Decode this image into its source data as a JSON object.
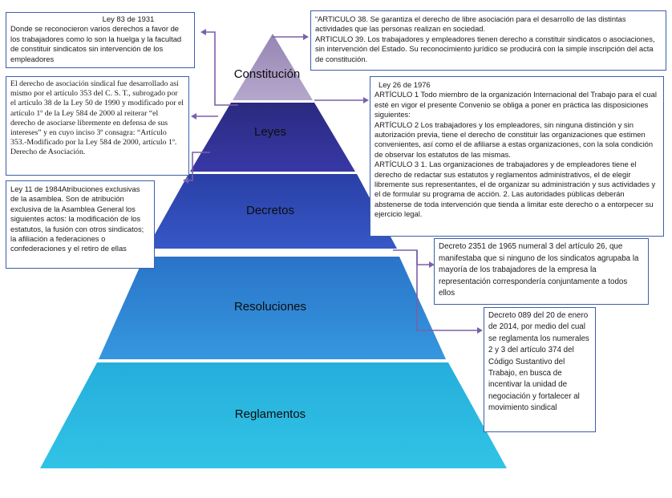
{
  "pyramid": {
    "tiers": [
      "Constitución",
      "Leyes",
      "Decretos",
      "Resoluciones",
      "Reglamentos"
    ]
  },
  "notes": {
    "ley83": {
      "heading": "Ley 83 de 1931",
      "text": "Donde se reconocieron varios derechos a favor de los trabajadores como lo son la huelga y la facultad de constituir sindicatos sin intervención de los empleadores"
    },
    "articulos": {
      "p1": "“ARTICULO 38. Se garantiza el derecho de libre asociación para el desarrollo de las distintas actividades que las personas realizan en sociedad.",
      "p2": "ARTICULO 39. Los trabajadores y empleadores tienen derecho a constituir sindicatos o asociaciones, sin intervención del Estado. Su reconocimiento jurídico se producirá con la simple inscripción del acta de constitución."
    },
    "ley50": {
      "text": "El derecho de asociación sindical fue desarrollado así mismo por el artículo 353 del C. S. T., subrogado por el artículo 38 de la Ley 50 de 1990 y modificado por el artículo 1º de la Ley 584 de 2000 al reiterar “el derecho de asociarse libremente en defensa de sus intereses” y en cuyo inciso 3º consagra: “Artículo 353.-Modificado por la Ley 584 de 2000, artículo 1º. Derecho de Asociación."
    },
    "ley26": {
      "heading": "Ley 26 de 1976",
      "p1": "ARTÍCULO 1 Todo miembro de la organización Internacional del Trabajo para el cual esté en vigor el presente Convenio se obliga a poner en práctica las disposiciones siguientes:",
      "p2": "ARTÍCULO 2 Los trabajadores y los empleadores, sin ninguna distinción y sin autorización previa, tiene el derecho de constituir las organizaciones que estimen convenientes, así como el de afiliarse a estas organizaciones, con la sola condición de observar los estatutos de las mismas.",
      "p3": "ARTÍCULO 3 1. Las organizaciones de trabajadores y de empleadores tiene el derecho de redactar sus estatutos y reglamentos administrativos, el de elegir libremente sus representantes, el de organizar su administración y sus actividades y el de formular su programa de acción. 2. Las autoridades públicas deberán abstenerse de toda intervención que tienda a limitar este derecho o a entorpecer su ejercicio legal."
    },
    "ley11": {
      "heading": "Ley 11 de 1984",
      "text": "Atribuciones exclusivas de la asamblea. Son de atribución exclusiva de la Asamblea General los siguientes actos: la modificación de los estatutos, la fusión con otros sindicatos; la afiliación a federaciones o confederaciones y el retiro de ellas"
    },
    "decreto2351": {
      "text": "Decreto 2351 de 1965 numeral 3 del artículo 26, que manifestaba que si ninguno de los sindicatos agrupaba la mayoría de los trabajadores de la empresa la representación correspondería conjuntamente a todos ellos"
    },
    "decreto089": {
      "text": "Decreto 089 del 20 de enero de 2014, por medio del cual se reglamenta los numerales 2 y 3 del artículo 374 del Código Sustantivo del Trabajo, en busca de incentivar la unidad de negociación y fortalecer al movimiento sindical"
    }
  },
  "colors": {
    "constitucion": "#a394bd",
    "leyes": "#2f2f91",
    "decretos": "#2e4ab5",
    "resoluciones": "#2e86d3",
    "reglamentos": "#29b8e0",
    "connector": "#7a60a8",
    "box_border": "#3d5fa8"
  }
}
